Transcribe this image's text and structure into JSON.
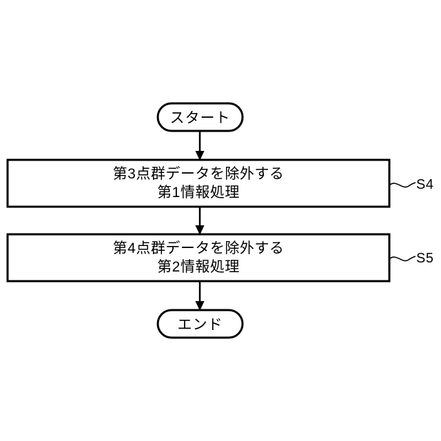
{
  "diagram": {
    "type": "flowchart",
    "orientation": "vertical",
    "background_color": "#ffffff",
    "stroke_color": "#000000",
    "nodes": [
      {
        "id": "start",
        "shape": "stadium",
        "label": "スタート",
        "step_id": ""
      },
      {
        "id": "s4",
        "shape": "rectangle",
        "label_line1": "第3点群データを除外する",
        "label_line2": "第1情報処理",
        "step_id": "S4"
      },
      {
        "id": "s5",
        "shape": "rectangle",
        "label_line1": "第4点群データを除外する",
        "label_line2": "第2情報処理",
        "step_id": "S5"
      },
      {
        "id": "end",
        "shape": "stadium",
        "label": "エンド",
        "step_id": ""
      }
    ],
    "connectors": [
      {
        "from": "start",
        "to": "s4",
        "arrow": "down"
      },
      {
        "from": "s4",
        "to": "s5",
        "arrow": "down"
      },
      {
        "from": "s5",
        "to": "end",
        "arrow": "down"
      }
    ]
  }
}
